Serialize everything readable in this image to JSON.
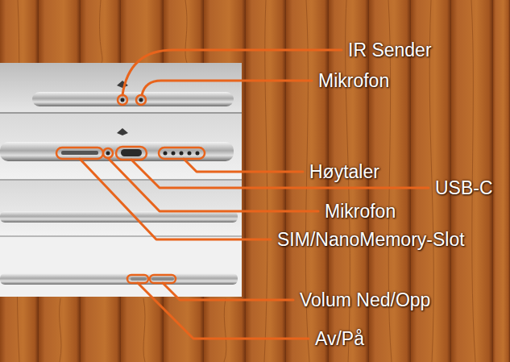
{
  "diagram": {
    "labels": [
      "IR Sender",
      "Mikrofon",
      "Høytaler",
      "USB-C",
      "Mikrofon",
      "SIM/NanoMemory-Slot",
      "Volum Ned/Opp",
      "Av/På"
    ]
  }
}
